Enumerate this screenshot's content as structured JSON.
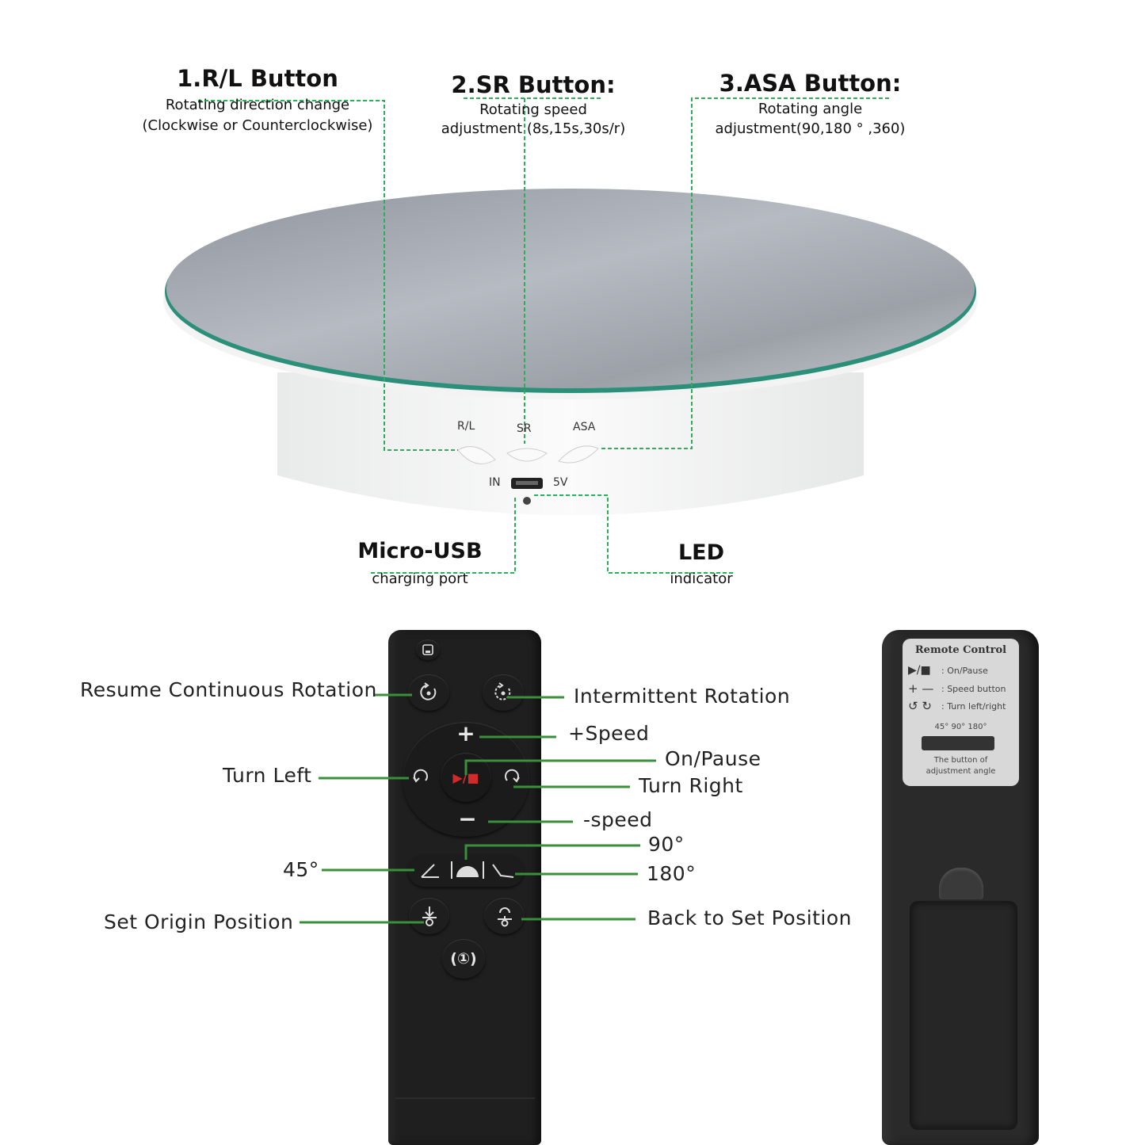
{
  "turntable": {
    "rl": {
      "title": "1.R/L Button",
      "line1": "Rotating direction change",
      "line2": "(Clockwise or Counterclockwise)"
    },
    "sr": {
      "title": "2.SR Button:",
      "line1": "Rotating speed",
      "line2": "adjustment  (8s,15s,30s/r)"
    },
    "asa": {
      "title": "3.ASA Button:",
      "line1": "Rotating angle",
      "line2": "adjustment(90,180 ° ,360)"
    },
    "usb": {
      "title": "Micro-USB",
      "line1": "charging port"
    },
    "led": {
      "title": "LED",
      "line1": "indicator"
    },
    "body_labels": {
      "rl": "R/L",
      "sr": "SR",
      "asa": "ASA",
      "in": "IN",
      "v5": "5V"
    }
  },
  "remote": {
    "labels": {
      "resume": "Resume Continuous Rotation",
      "intermittent": "Intermittent Rotation",
      "speed_up": "+Speed",
      "on_pause": "On/Pause",
      "turn_left": "Turn Left",
      "turn_right": "Turn Right",
      "speed_down": "-speed",
      "deg90": "90°",
      "deg45": "45°",
      "deg180": "180°",
      "set_origin": "Set Origin Position",
      "back_to_set": "Back to Set Position"
    },
    "glyphs": {
      "plus": "+",
      "minus": "−",
      "power": "(①)",
      "play": "▶/■"
    }
  },
  "back_label": {
    "title": "Remote  Control",
    "row1": ": On/Pause",
    "row2": ": Speed button",
    "row3": ": Turn left/right",
    "angles": "45°   90°   180°",
    "note1": "The button of",
    "note2": "adjustment angle",
    "sym1": "▶/■",
    "sym2": "+ —",
    "sym3": "↺ ↻"
  },
  "colors": {
    "callout_green": "#2fae5a",
    "line_green": "#3a8f3a",
    "remote_body": "#1f1f1f"
  }
}
